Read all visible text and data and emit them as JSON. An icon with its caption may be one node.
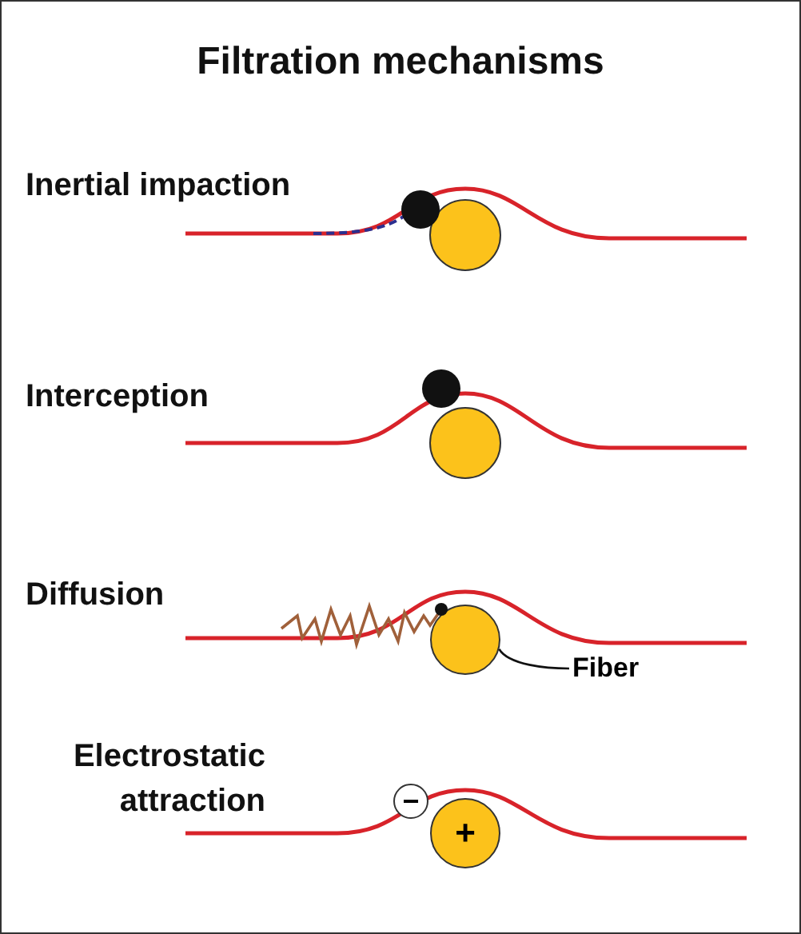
{
  "diagram": {
    "title": "Filtration mechanisms",
    "nodes": [
      {
        "text": [
          "Fiber"
        ]
      },
      {
        "text": [],
        "shape": "circle"
      },
      {
        "text": [
          "−"
        ]
      },
      {
        "text": [
          "+"
        ]
      }
    ],
    "edges": [
      {
        "from": 0,
        "to": 1,
        "arrow": "none"
      }
    ],
    "labels": [
      "Inertial impaction",
      "Interception",
      "Diffusion",
      "Electrostatic attraction"
    ]
  }
}
